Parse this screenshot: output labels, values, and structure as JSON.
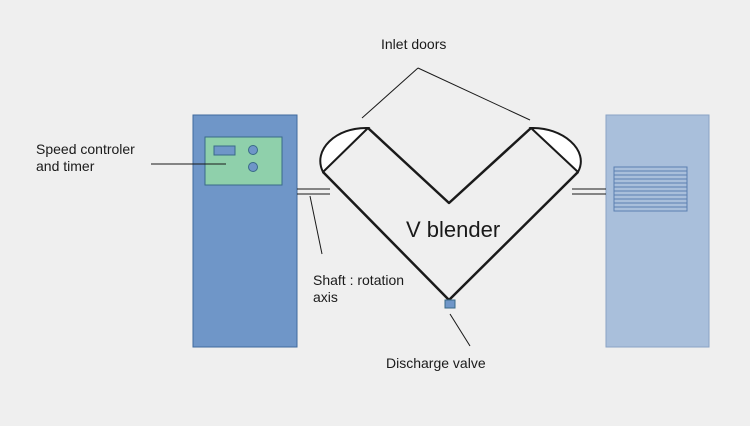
{
  "labels": {
    "inlet_doors": "Inlet doors",
    "speed_controller_line1": "Speed controler",
    "speed_controller_line2": "and timer",
    "v_blender": "V blender",
    "shaft_line1": "Shaft : rotation",
    "shaft_line2": "axis",
    "discharge_valve": "Discharge valve"
  },
  "colors": {
    "background": "#efefef",
    "control_cabinet": "#6f96c8",
    "control_cabinet_border": "#3f6a9e",
    "control_panel": "#8fd0ab",
    "control_panel_border": "#3a6a88",
    "control_panel_element": "#6f96c8",
    "motor_cabinet": "#a9bfdb",
    "motor_cabinet_border": "#8aa3c4",
    "vent_lines": "#5b7fb0",
    "discharge_valve": "#6f96c8",
    "outline": "#1a1a1a"
  }
}
